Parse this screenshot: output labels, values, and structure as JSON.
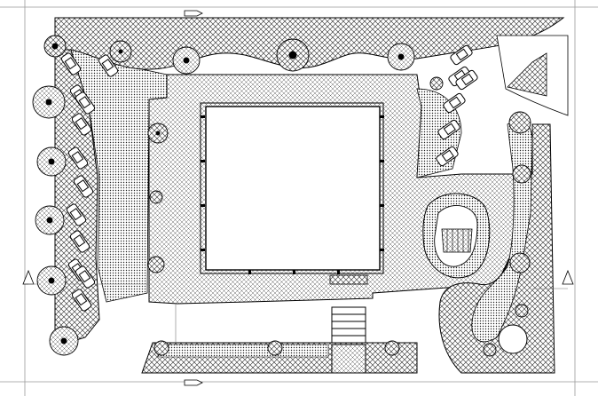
{
  "drawing": {
    "colors": {
      "background": "#ffffff",
      "line": "#000000",
      "dark_hatch": "#333333",
      "light_hatch": "#555555"
    },
    "symbols": {
      "section_marker": "section-arrow-icon",
      "tree": "tree-icon",
      "car": "car-icon",
      "fountain": "fountain-icon"
    },
    "counts": {
      "parked_cars_west": 12,
      "parked_cars_east": 6,
      "trees": 22,
      "entrance_stair_steps": 5
    }
  }
}
